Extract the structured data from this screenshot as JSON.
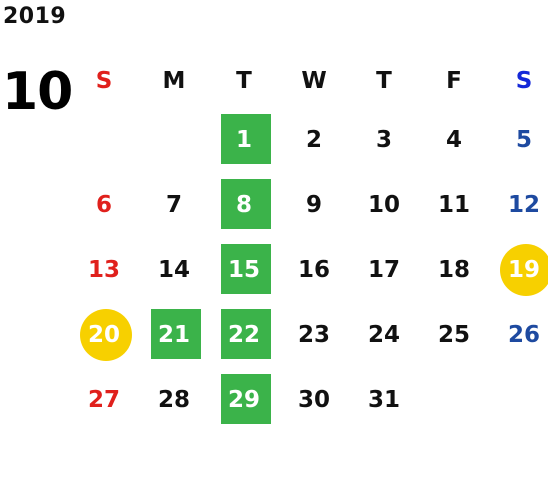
{
  "calendar": {
    "year": "2019",
    "month": "10",
    "weekdays": [
      "S",
      "M",
      "T",
      "W",
      "T",
      "F",
      "S"
    ],
    "weeks": [
      [
        "",
        "",
        "1",
        "2",
        "3",
        "4",
        "5"
      ],
      [
        "6",
        "7",
        "8",
        "9",
        "10",
        "11",
        "12"
      ],
      [
        "13",
        "14",
        "15",
        "16",
        "17",
        "18",
        "19"
      ],
      [
        "20",
        "21",
        "22",
        "23",
        "24",
        "25",
        "26"
      ],
      [
        "27",
        "28",
        "29",
        "30",
        "31",
        "",
        ""
      ]
    ],
    "highlight_green_days": [
      "1",
      "8",
      "15",
      "21",
      "22",
      "29"
    ],
    "highlight_yellow_days": [
      "19",
      "20"
    ]
  },
  "colors": {
    "sunday": "#e0201c",
    "saturday": "#1e4aa0",
    "saturday_header": "#1428d8",
    "green_highlight": "#3bb34a",
    "yellow_highlight": "#f7d000",
    "text": "#111111"
  }
}
